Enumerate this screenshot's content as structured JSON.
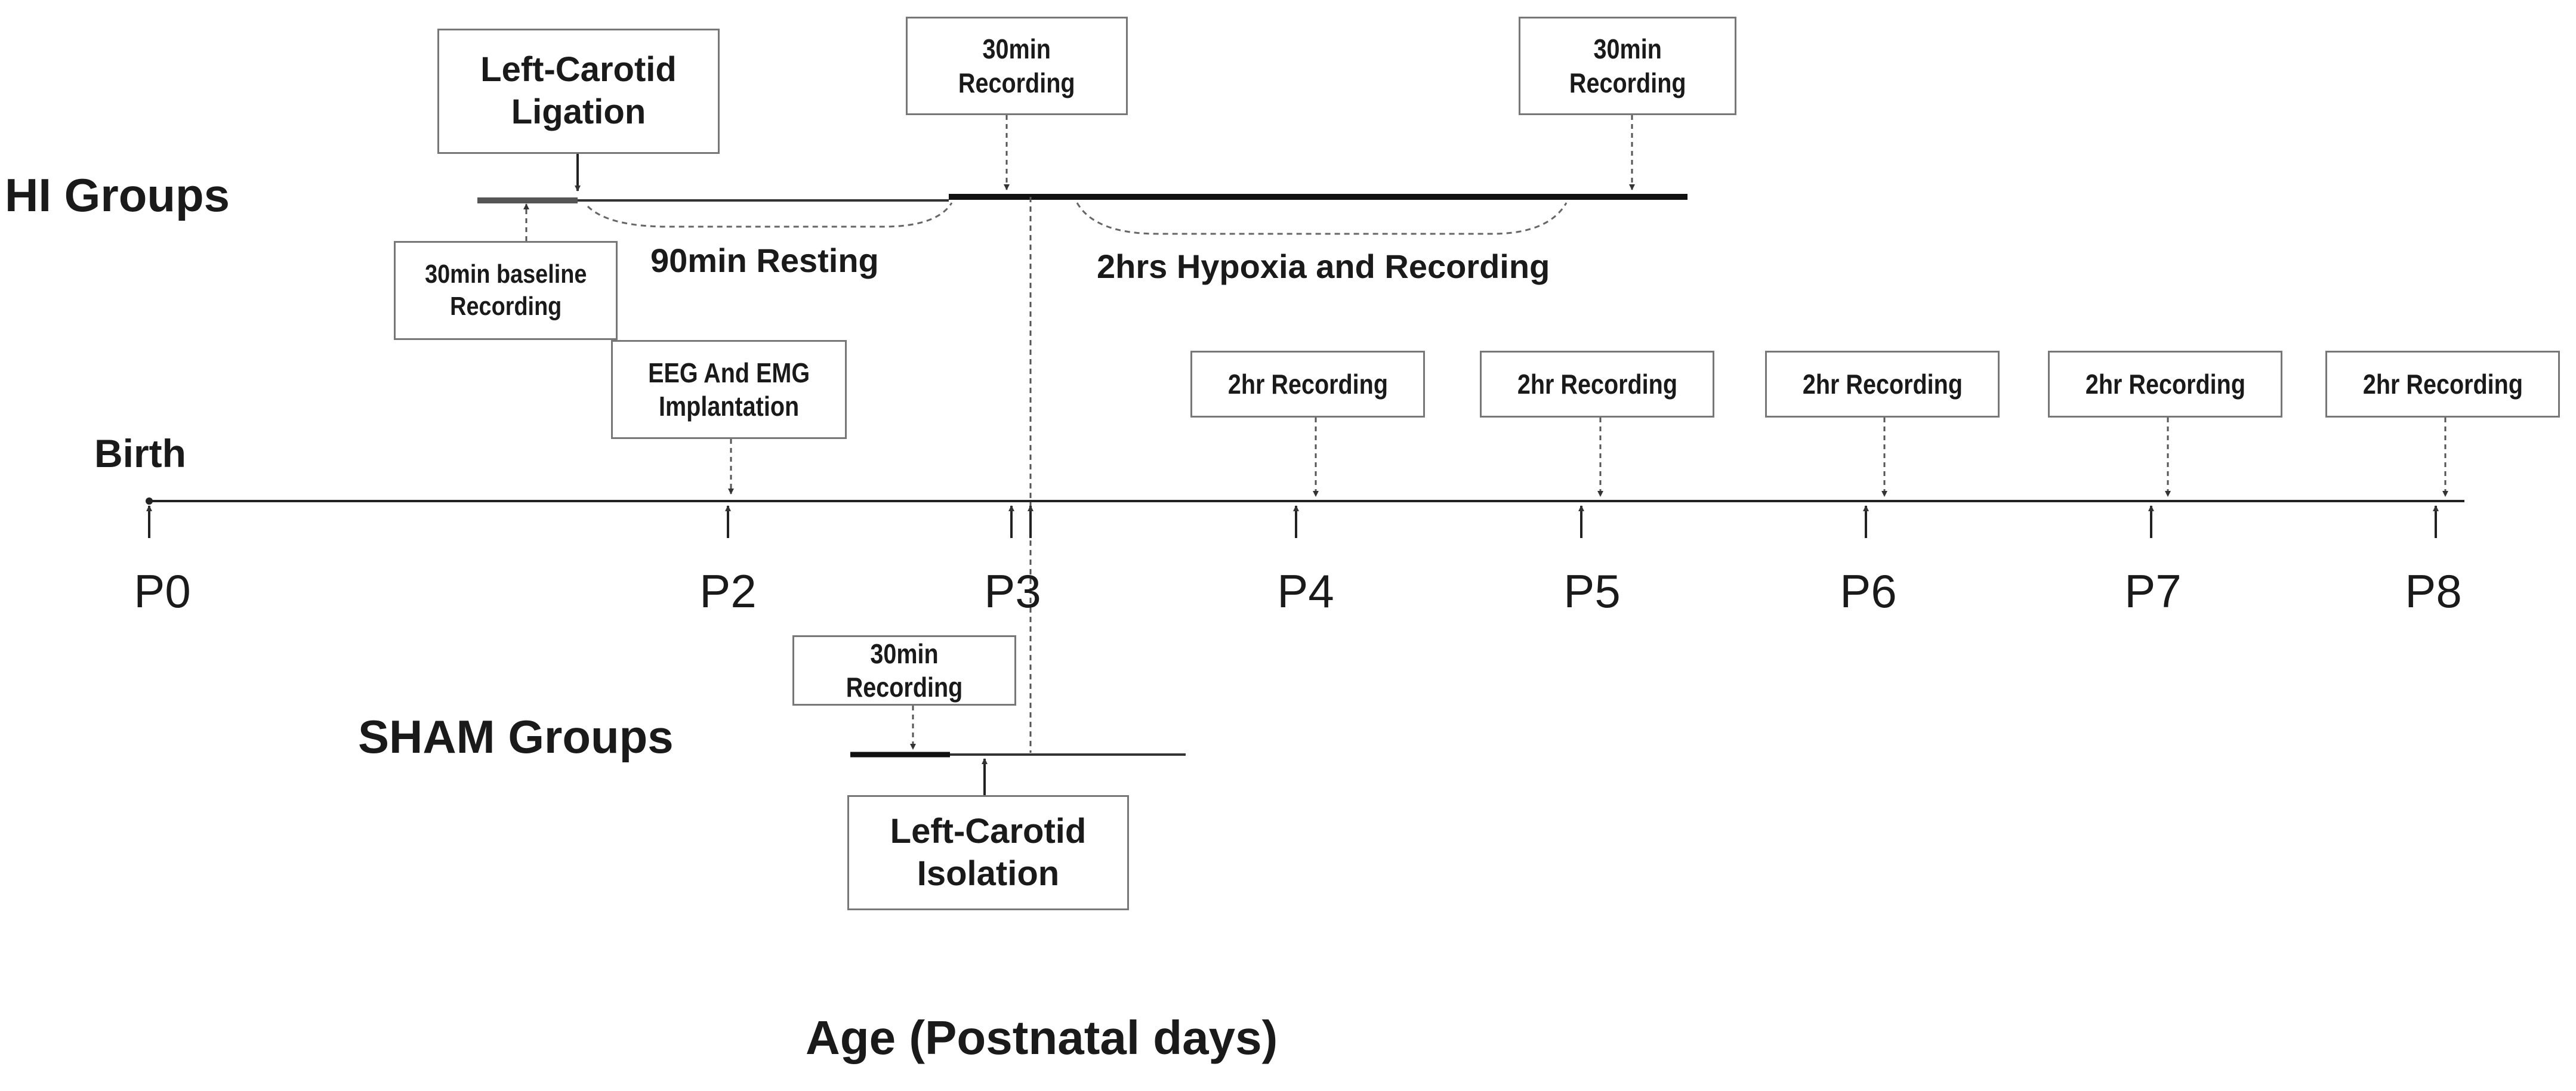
{
  "groups": {
    "hi": "HI Groups",
    "sham": "SHAM Groups"
  },
  "birth": "Birth",
  "days": [
    "P0",
    "P2",
    "P3",
    "P4",
    "P5",
    "P6",
    "P7",
    "P8"
  ],
  "axis_title": "Age (Postnatal days)",
  "hi_boxes": {
    "ligation": "Left-Carotid\nLigation",
    "baseline": "30min baseline\nRecording",
    "implant": "EEG And EMG\nImplantation",
    "rec_start": "30min\nRecording",
    "rec_end": "30min\nRecording"
  },
  "hi_notes": {
    "resting": "90min Resting",
    "hypoxia": "2hrs Hypoxia and Recording"
  },
  "daily_recording": "2hr Recording",
  "sham_boxes": {
    "recording": "30min Recording",
    "isolation": "Left-Carotid\nIsolation"
  }
}
